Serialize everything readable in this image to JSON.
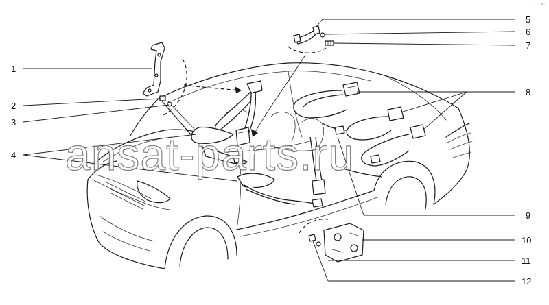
{
  "watermark": "ansat-parts.ru",
  "callouts": [
    {
      "id": "1",
      "label": "1"
    },
    {
      "id": "2",
      "label": "2"
    },
    {
      "id": "3",
      "label": "3"
    },
    {
      "id": "4",
      "label": "4"
    },
    {
      "id": "5",
      "label": "5"
    },
    {
      "id": "6",
      "label": "6"
    },
    {
      "id": "7",
      "label": "7"
    },
    {
      "id": "8",
      "label": "8"
    },
    {
      "id": "9",
      "label": "9"
    },
    {
      "id": "10",
      "label": "10"
    },
    {
      "id": "11",
      "label": "11"
    },
    {
      "id": "12",
      "label": "12"
    }
  ]
}
